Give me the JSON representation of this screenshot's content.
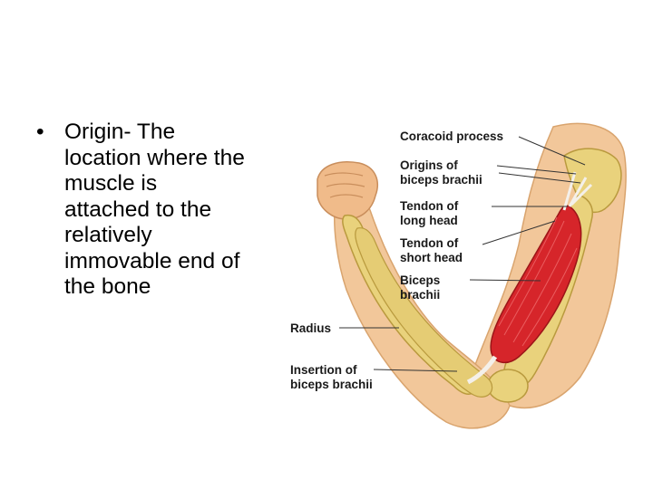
{
  "bullet": {
    "marker": "•",
    "lines": [
      "Origin- The",
      "location where the",
      "muscle is",
      "attached to the",
      "relatively",
      "immovable end of",
      "the bone"
    ]
  },
  "figure": {
    "labels": {
      "coracoid": [
        "Coracoid process"
      ],
      "origins": [
        "Origins of",
        "biceps brachii"
      ],
      "tendon_long": [
        "Tendon of",
        "long head"
      ],
      "tendon_short": [
        "Tendon of",
        "short head"
      ],
      "biceps": [
        "Biceps",
        "brachii"
      ],
      "radius": [
        "Radius"
      ],
      "insertion": [
        "Insertion of",
        "biceps brachii"
      ]
    },
    "colors": {
      "bone": "#e9d27c",
      "skin": "#f2c79a",
      "muscle": "#d6252a",
      "tendon": "#f4f0ea",
      "leader": "#333333"
    }
  }
}
